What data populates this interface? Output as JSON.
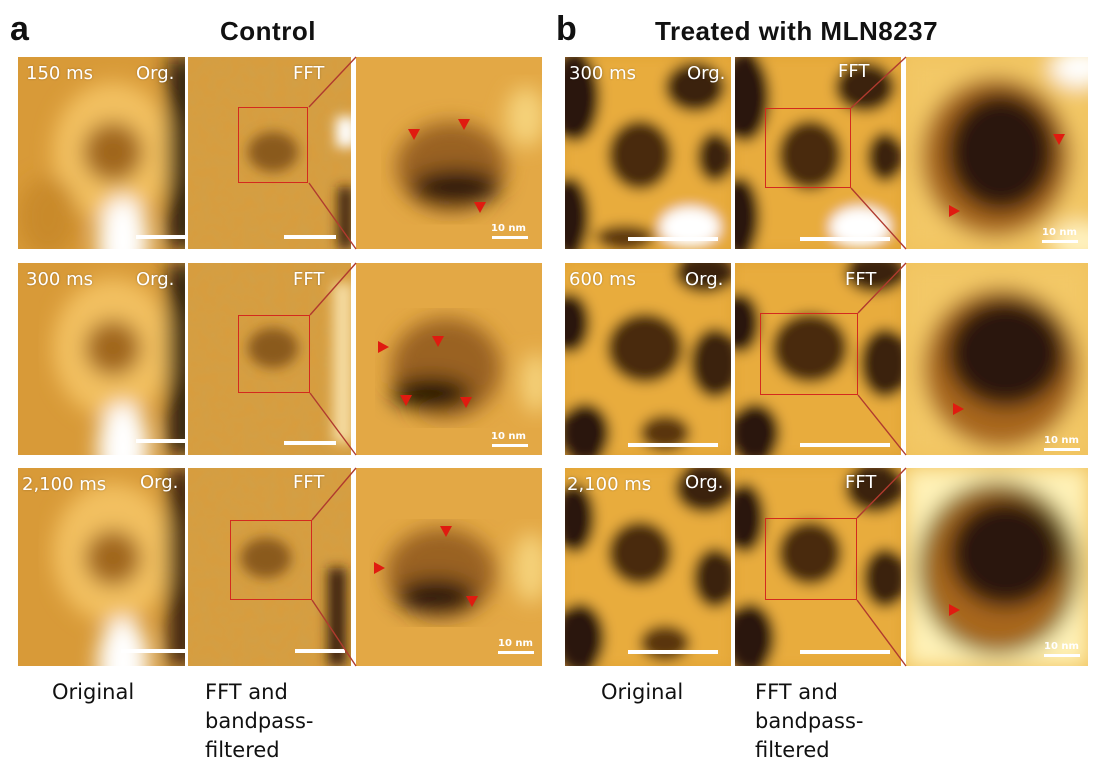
{
  "panel_a": {
    "letter": "a",
    "title": "Control",
    "rows": [
      {
        "time": "150 ms",
        "org": "Org.",
        "fft": "FFT",
        "scale": "10 nm"
      },
      {
        "time": "300 ms",
        "org": "Org.",
        "fft": "FFT",
        "scale": "10 nm"
      },
      {
        "time": "2,100 ms",
        "org": "Org.",
        "fft": "FFT",
        "scale": "10 nm"
      }
    ],
    "caption_original": "Original",
    "caption_fft": [
      "FFT and",
      "bandpass-",
      "filtered"
    ]
  },
  "panel_b": {
    "letter": "b",
    "title": "Treated with MLN8237",
    "rows": [
      {
        "time": "300 ms",
        "org": "Org.",
        "fft": "FFT",
        "scale": "10 nm"
      },
      {
        "time": "600 ms",
        "org": "Org.",
        "fft": "FFT",
        "scale": "10 nm"
      },
      {
        "time": "2,100 ms",
        "org": "Org.",
        "fft": "FFT",
        "scale": "10 nm"
      }
    ],
    "caption_original": "Original",
    "caption_fft": [
      "FFT and",
      "bandpass-",
      "filtered"
    ]
  },
  "colors": {
    "afm_bright": "#ffffff",
    "afm_mid": "#e8a83a",
    "afm_dark": "#2a1a08",
    "annotation": "#d32a1e"
  }
}
